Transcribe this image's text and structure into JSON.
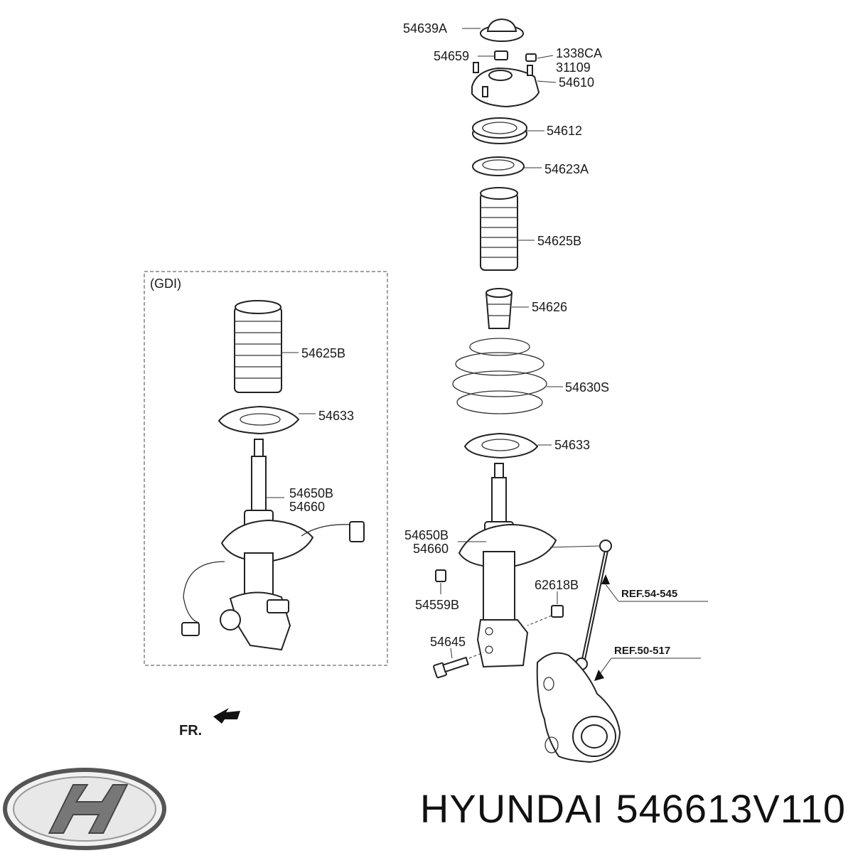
{
  "labels": {
    "l54639A": "54639A",
    "l54659": "54659",
    "l1338CA": "1338CA",
    "l31109": "31109",
    "l54610": "54610",
    "l54612": "54612",
    "l54623A": "54623A",
    "l54625B_main": "54625B",
    "l54626": "54626",
    "l54630S": "54630S",
    "l54633_main": "54633",
    "l54650B_main": "54650B",
    "l54660_main": "54660",
    "l54559B": "54559B",
    "l62618B": "62618B",
    "l54645": "54645",
    "ref54545": "REF.54-545",
    "ref50517": "REF.50-517",
    "gdi": "(GDI)",
    "l54625B_gdi": "54625B",
    "l54633_gdi": "54633",
    "l54650B_gdi": "54650B",
    "l54660_gdi": "54660",
    "fr": "FR."
  },
  "logo": {
    "icon": "hyundai-logo-icon"
  },
  "caption": "HYUNDAI 546613V110"
}
